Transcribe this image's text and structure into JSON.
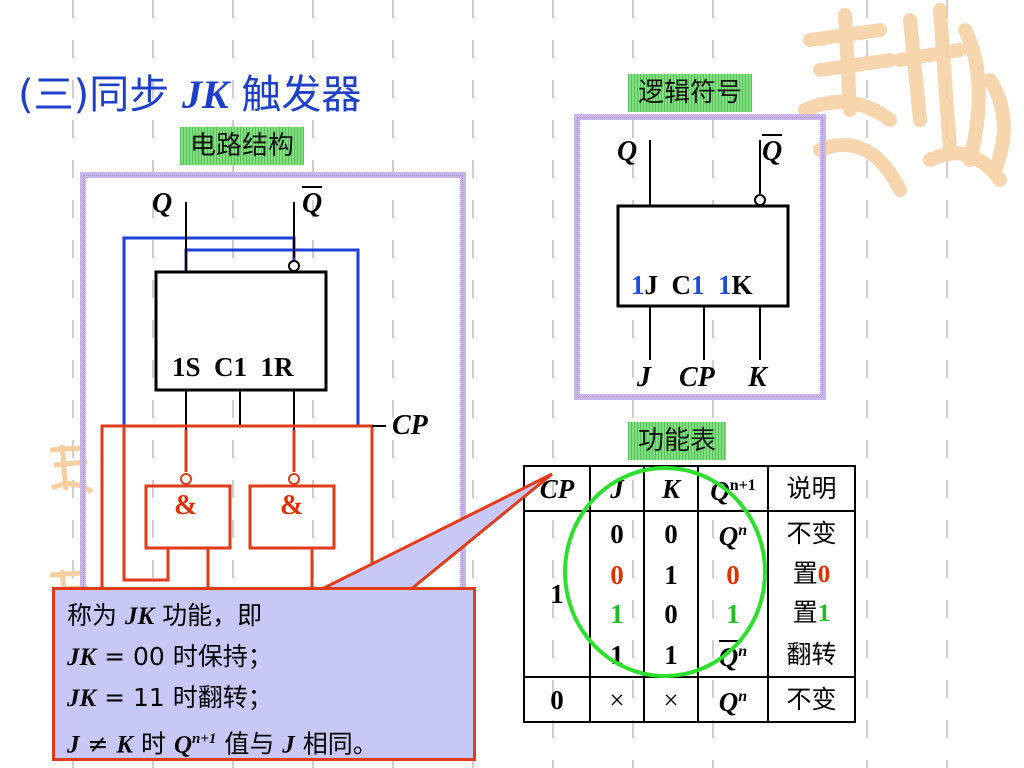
{
  "title": {
    "prefix": "(三)同步 ",
    "jk": "JK",
    "suffix": " 触发器"
  },
  "circuit": {
    "label": "电路结构",
    "q": "Q",
    "qbar": "Q",
    "pins": "1S  C1  1R",
    "cp": "CP",
    "and1": "&",
    "and2": "&"
  },
  "logic_symbol": {
    "label": "逻辑符号",
    "q": "Q",
    "qbar": "Q",
    "pin_1j_num": "1",
    "pin_1j": "J",
    "pin_c1_c": "C",
    "pin_c1_num": "1",
    "pin_1k_num": "1",
    "pin_1k": "K",
    "in_j": "J",
    "in_cp": "CP",
    "in_k": "K"
  },
  "function_table": {
    "label": "功能表",
    "headers": [
      "CP",
      "J",
      "K",
      "Q",
      "n+1",
      "说明"
    ],
    "rows": [
      {
        "j": "0",
        "k": "0",
        "q": "Q",
        "qsup": "n",
        "desc": "不变",
        "descval": ""
      },
      {
        "j": "0",
        "k": "1",
        "q": "0",
        "qsup": "",
        "desc": "置",
        "descval": "0"
      },
      {
        "j": "1",
        "k": "0",
        "q": "1",
        "qsup": "",
        "desc": "置",
        "descval": "1"
      },
      {
        "j": "1",
        "k": "1",
        "q": "Q",
        "qsup": "n",
        "desc": "翻转",
        "descval": ""
      }
    ],
    "cp_group": "1",
    "last_row": {
      "cp": "0",
      "j": "×",
      "k": "×",
      "q": "Q",
      "qsup": "n",
      "desc": "不变"
    }
  },
  "callout": {
    "line1_a": "称为 ",
    "line1_b": "JK",
    "line1_c": " 功能，即",
    "line2_a": "JK",
    "line2_b": " = 00 时保持；",
    "line3_a": "JK",
    "line3_b": " = 11 时翻转；",
    "line4_a": "J",
    "line4_b": " ≠ ",
    "line4_c": "K",
    "line4_d": " 时 ",
    "line4_e": "Q",
    "line4_sup": "n+1",
    "line4_f": " 值与 ",
    "line4_g": "J",
    "line4_h": " 相同。"
  },
  "colors": {
    "title": "#1e3fc8",
    "red": "#e03000",
    "green": "#22bb22",
    "blue_wire": "#1e3fd8",
    "frame": "#c8b6e8",
    "callout_bg": "#c8c8f6"
  }
}
